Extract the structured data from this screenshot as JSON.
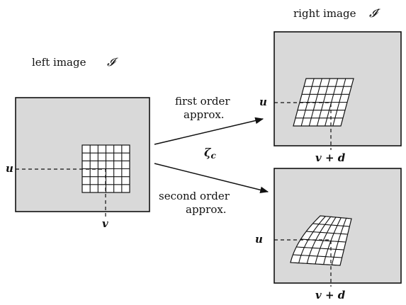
{
  "left_panel": {
    "title": "left image",
    "symbol": "𝓘",
    "u_label": "u",
    "v_label": "v"
  },
  "right_panel": {
    "title": "right image",
    "symbol": "𝓘′",
    "u_label": "u",
    "vd_label": "v + d"
  },
  "bottom_right_panel": {
    "u_label": "u",
    "vd_label": "v + d"
  },
  "arrows": {
    "upper_line1": "first order",
    "upper_line2": "approx.",
    "middle_label": "ζ",
    "middle_subscript": "c",
    "lower_line1": "second order",
    "lower_line2": "approx."
  },
  "colors": {
    "panel_fill": "#d9d9d9",
    "grid_fill": "#ffffff",
    "stroke": "#111111"
  }
}
